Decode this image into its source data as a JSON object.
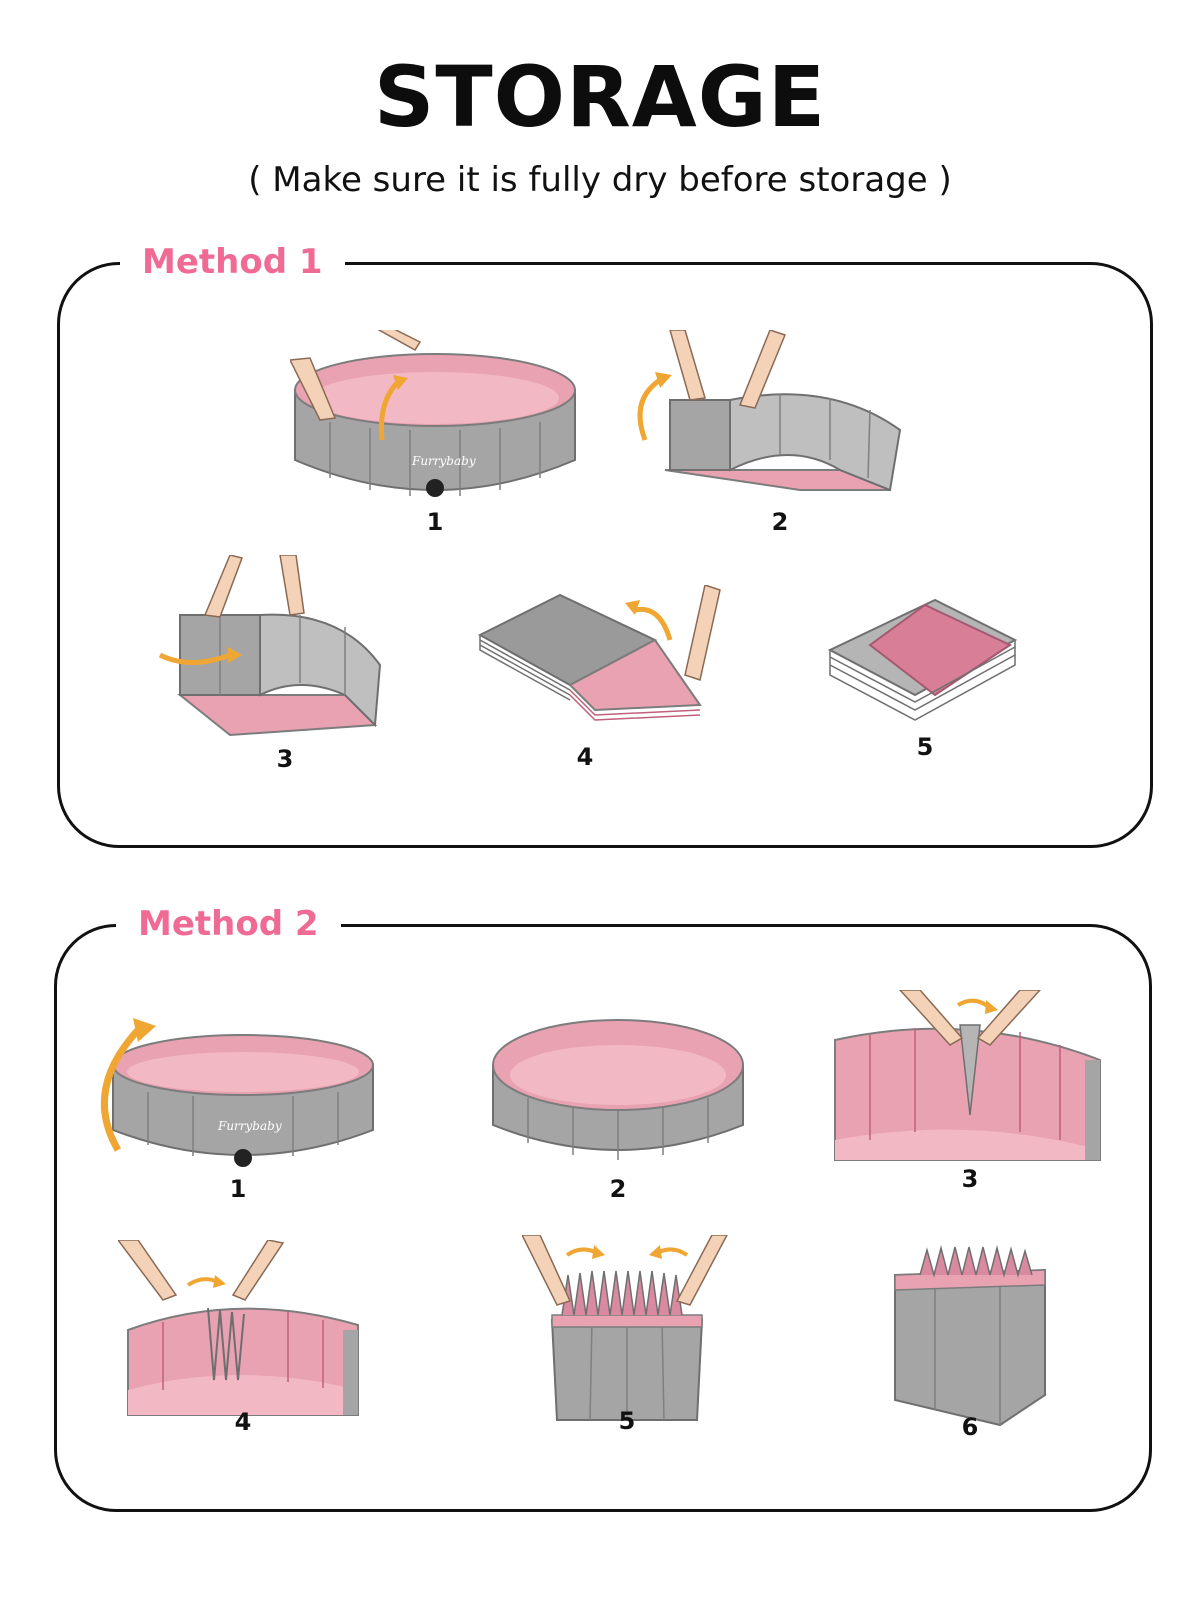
{
  "header": {
    "title": "STORAGE",
    "subtitle": "( Make sure it is fully dry before storage )"
  },
  "colors": {
    "accent_pink": "#ef6b93",
    "pool_pink": "#e9a2b2",
    "pool_gray": "#a5a5a5",
    "arrow_orange": "#f0a632"
  },
  "method1": {
    "label": "Method 1",
    "steps": [
      {
        "number": "1"
      },
      {
        "number": "2"
      },
      {
        "number": "3"
      },
      {
        "number": "4"
      },
      {
        "number": "5"
      }
    ]
  },
  "method2": {
    "label": "Method 2",
    "steps": [
      {
        "number": "1"
      },
      {
        "number": "2"
      },
      {
        "number": "3"
      },
      {
        "number": "4"
      },
      {
        "number": "5"
      },
      {
        "number": "6"
      }
    ]
  },
  "brand_mark": "Furrybaby"
}
